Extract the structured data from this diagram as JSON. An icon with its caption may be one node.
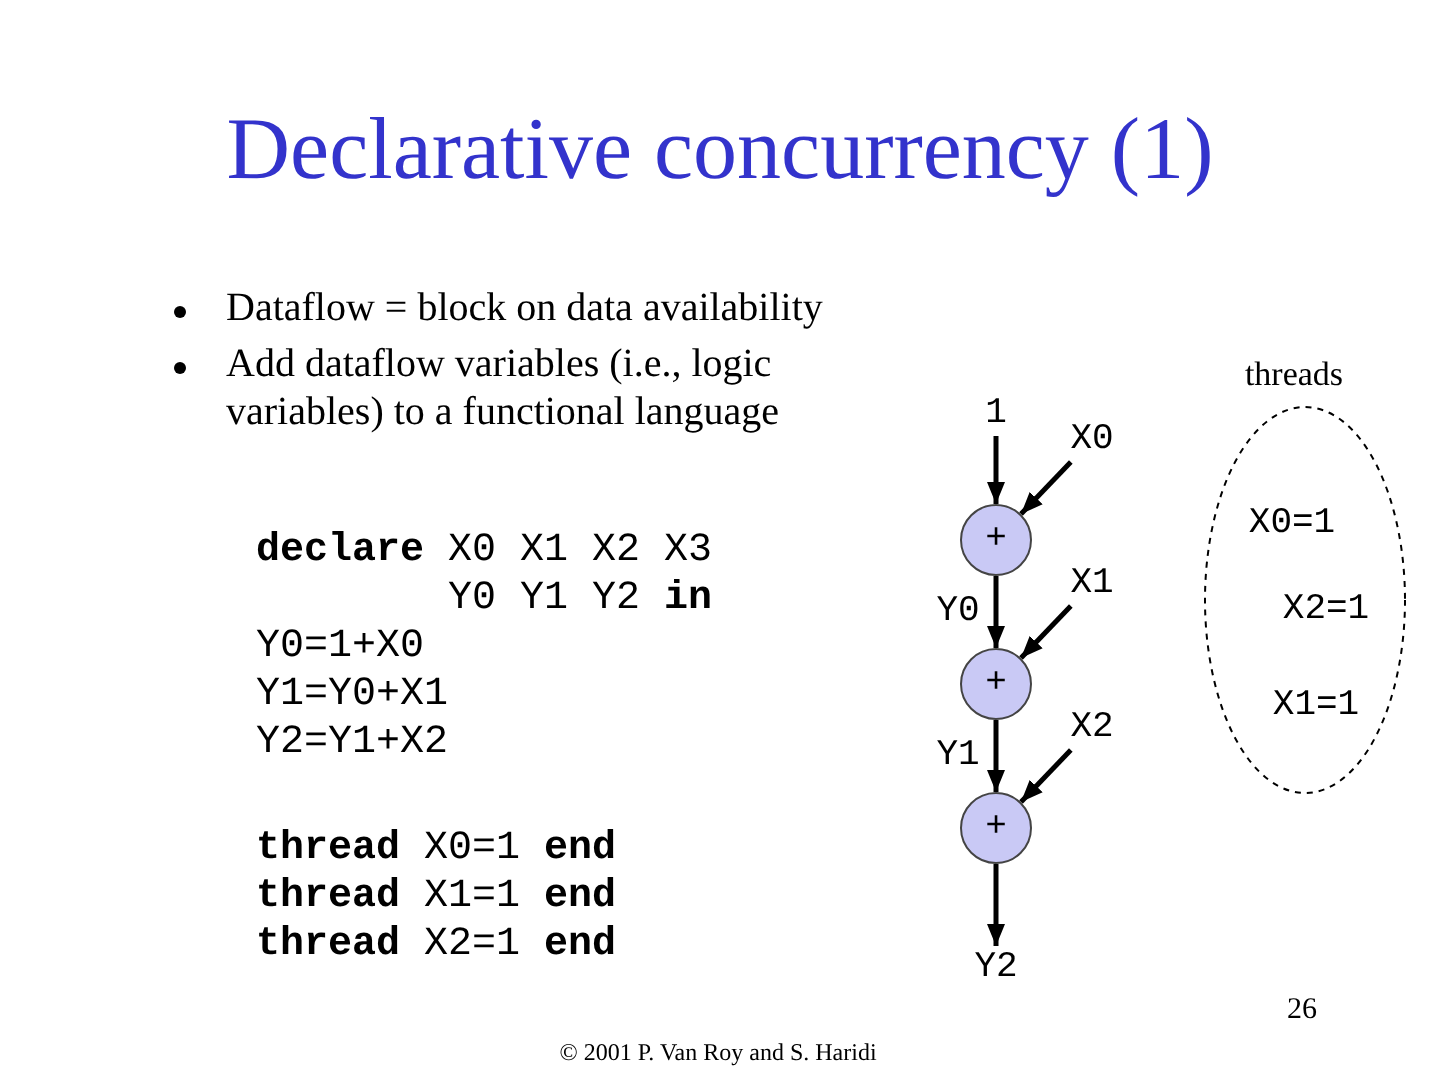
{
  "diagram": {
    "title": "Declarative concurrency (1)",
    "nodes": [
      {
        "text": [
          "1"
        ]
      },
      {
        "text": [
          "X0"
        ]
      },
      {
        "text": [
          "+"
        ]
      },
      {
        "text": [
          "X1"
        ]
      },
      {
        "text": [
          "+"
        ]
      },
      {
        "text": [
          "X2"
        ]
      },
      {
        "text": [
          "+"
        ]
      },
      {
        "text": [
          "Y2"
        ]
      },
      {
        "text": [
          "threads",
          "X0=1",
          "X2=1",
          "X1=1"
        ]
      }
    ],
    "edges": [
      {
        "from": 0,
        "to": 2,
        "arrow": "to"
      },
      {
        "from": 1,
        "to": 2,
        "arrow": "to"
      },
      {
        "from": 2,
        "to": 4,
        "arrow": "to",
        "label": "Y0"
      },
      {
        "from": 3,
        "to": 4,
        "arrow": "to"
      },
      {
        "from": 4,
        "to": 6,
        "arrow": "to",
        "label": "Y1"
      },
      {
        "from": 5,
        "to": 6,
        "arrow": "to"
      },
      {
        "from": 6,
        "to": 7,
        "arrow": "to"
      }
    ],
    "labels": [
      "Dataflow = block on data availability",
      "Add dataflow variables (i.e., logic variables) to a functional language",
      "**declare** X0 X1 X2 X3 Y0 Y1 Y2 **in**",
      "Y0=1+X0",
      "Y1=Y0+X1",
      "Y2=Y1+X2",
      "**thread** X0=1 **end**",
      "**thread** X1=1 **end**",
      "**thread** X2=1 **end**",
      "26",
      "© 2001 P. Van Roy and S. Haridi"
    ]
  }
}
